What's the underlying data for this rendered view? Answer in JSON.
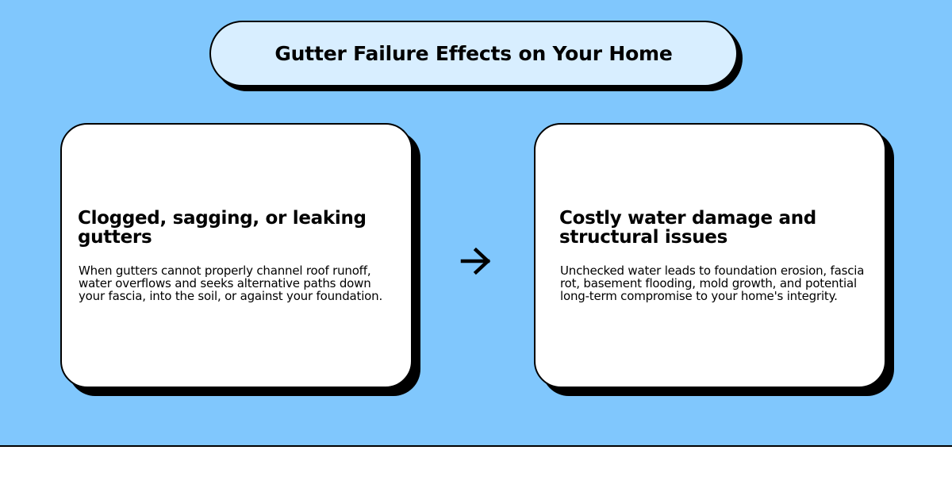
{
  "title": "Gutter Failure Effects on Your Home",
  "cards": [
    {
      "heading": "Clogged, sagging, or leaking gutters",
      "body": "When gutters cannot properly channel roof runoff, water overflows and seeks alternative paths down your fascia, into the soil, or against your foundation."
    },
    {
      "heading": "Costly water damage and structural issues",
      "body": "Unchecked water leads to foundation erosion, fascia rot, basement flooding, mold growth, and potential long-term compromise to your home's integrity."
    }
  ],
  "connector": {
    "icon": "arrow-right-icon"
  },
  "colors": {
    "background": "#80c7fd",
    "title_fill": "#d8eeff",
    "card_fill": "#ffffff",
    "outline": "#000000"
  }
}
